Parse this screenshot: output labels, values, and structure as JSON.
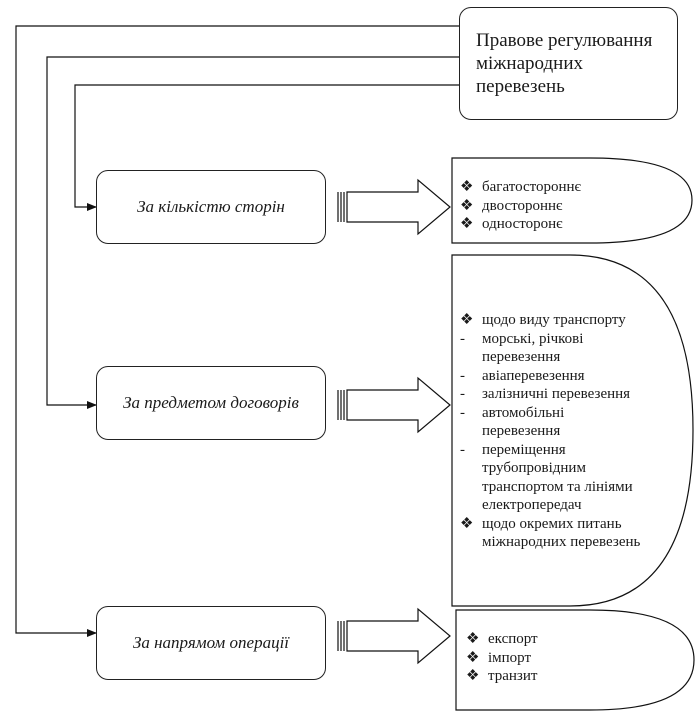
{
  "title": "Правове регулювання\nміжнародних\nперевезень",
  "categories": [
    {
      "label": "За кількістю сторін",
      "items": [
        {
          "marker": "❖",
          "text": "багатостороннє"
        },
        {
          "marker": "❖",
          "text": "двостороннє"
        },
        {
          "marker": "❖",
          "text": "односторонє"
        }
      ]
    },
    {
      "label": "За предметом договорів",
      "items": [
        {
          "marker": "❖",
          "text": "щодо виду транспорту"
        },
        {
          "marker": "-",
          "text": "морські, річкові\nперевезення"
        },
        {
          "marker": "-",
          "text": "авіаперевезення"
        },
        {
          "marker": "-",
          "text": "залізничні перевезення"
        },
        {
          "marker": "-",
          "text": "автомобільні\nперевезення"
        },
        {
          "marker": "-",
          "text": "переміщення\nтрубопровідним\nтранспортом та лініями\nелектропередач"
        },
        {
          "marker": "❖",
          "text": "щодо окремих питань\nміжнародних перевезень"
        }
      ]
    },
    {
      "label": "За напрямом операції",
      "items": [
        {
          "marker": "❖",
          "text": "експорт"
        },
        {
          "marker": "❖",
          "text": "імпорт"
        },
        {
          "marker": "❖",
          "text": "транзит"
        }
      ]
    }
  ]
}
